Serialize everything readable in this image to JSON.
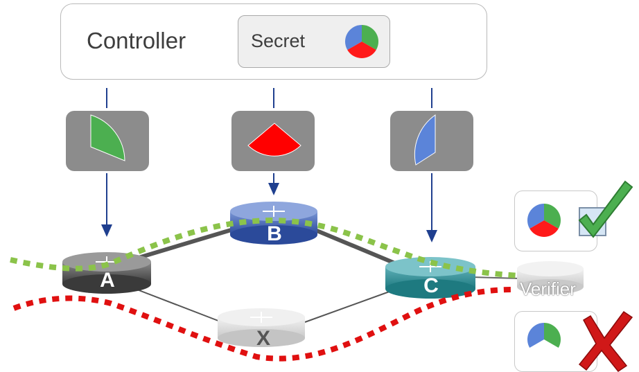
{
  "controller": {
    "label": "Controller",
    "secret_label": "Secret"
  },
  "routers": {
    "a_label": "A",
    "b_label": "B",
    "c_label": "C",
    "x_label": "X",
    "verifier_label": "Verifier"
  },
  "shares": [
    "green-slice",
    "red-slice",
    "blue-slice"
  ],
  "results": [
    {
      "status": "valid",
      "icon": "checkmark-icon"
    },
    {
      "status": "invalid",
      "icon": "cross-icon"
    }
  ],
  "colors": {
    "green": "#4caf50",
    "red": "#ff0000",
    "blue": "#5b84d9",
    "valid_path": "#8bc34a",
    "invalid_path": "#e01010"
  }
}
